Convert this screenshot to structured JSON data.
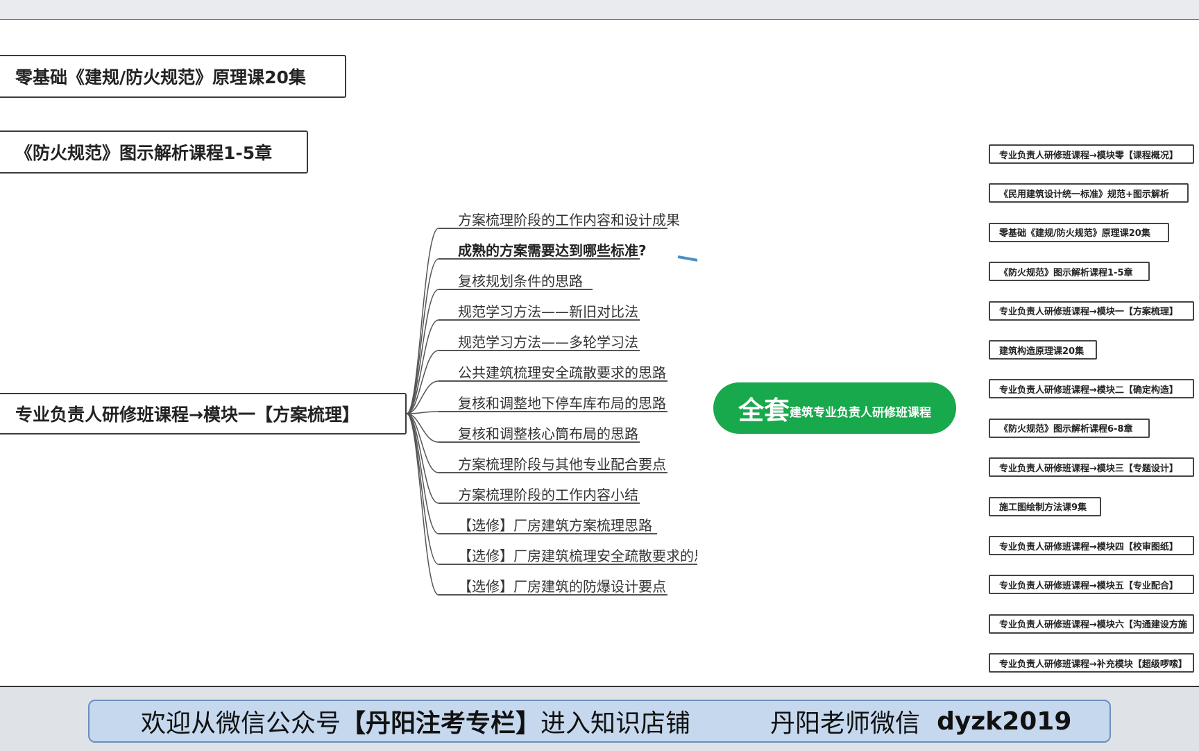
{
  "left_boxes": [
    {
      "label": "零基础《建规/防火规范》原理课20集"
    },
    {
      "label": "《防火规范》图示解析课程1-5章"
    },
    {
      "label": "专业负责人研修班课程→模块一【方案梳理】"
    }
  ],
  "sub_items": [
    {
      "label": "方案梳理阶段的工作内容和设计成果",
      "bold": false
    },
    {
      "label": "成熟的方案需要达到哪些标准?",
      "bold": true
    },
    {
      "label": "复核规划条件的思路",
      "bold": false
    },
    {
      "label": "规范学习方法——新旧对比法",
      "bold": false
    },
    {
      "label": "规范学习方法——多轮学习法",
      "bold": false
    },
    {
      "label": "公共建筑梳理安全疏散要求的思路",
      "bold": false
    },
    {
      "label": "复核和调整地下停车库布局的思路",
      "bold": false
    },
    {
      "label": "复核和调整核心筒布局的思路",
      "bold": false
    },
    {
      "label": "方案梳理阶段与其他专业配合要点",
      "bold": false
    },
    {
      "label": "方案梳理阶段的工作内容小结",
      "bold": false
    },
    {
      "label": "【选修】厂房建筑方案梳理思路",
      "bold": false
    },
    {
      "label": "【选修】厂房建筑梳理安全疏散要求的思",
      "bold": false
    },
    {
      "label": "【选修】厂房建筑的防爆设计要点",
      "bold": false
    }
  ],
  "center_node": {
    "big": "全套",
    "small": "建筑专业负责人研修班课程"
  },
  "right_items": [
    {
      "label": "专业负责人研修班课程→模块零【课程概况】"
    },
    {
      "label": "《民用建筑设计统一标准》规范+图示解析"
    },
    {
      "label": "零基础《建规/防火规范》原理课20集"
    },
    {
      "label": "《防火规范》图示解析课程1-5章"
    },
    {
      "label": "专业负责人研修班课程→模块一【方案梳理】"
    },
    {
      "label": "建筑构造原理课20集"
    },
    {
      "label": "专业负责人研修班课程→模块二【确定构造】"
    },
    {
      "label": "《防火规范》图示解析课程6-8章"
    },
    {
      "label": "专业负责人研修班课程→模块三【专题设计】"
    },
    {
      "label": "施工图绘制方法课9集"
    },
    {
      "label": "专业负责人研修班课程→模块四【校审图纸】"
    },
    {
      "label": "专业负责人研修班课程→模块五【专业配合】"
    },
    {
      "label": "专业负责人研修班课程→模块六【沟通建设方施"
    },
    {
      "label": "专业负责人研修班课程→补充模块【超级啰嗦】"
    }
  ],
  "banner": {
    "part1": "欢迎从微信公众号",
    "part2": "【丹阳注考专栏】",
    "part3": "进入知识店铺",
    "part4": "丹阳老师微信",
    "part5": "dyzk2019"
  },
  "colors": {
    "center": "#17a94b",
    "arrow": "#4a8fc9",
    "banner_bg": "#c5d8ee",
    "annotation": "#d21f1f"
  }
}
